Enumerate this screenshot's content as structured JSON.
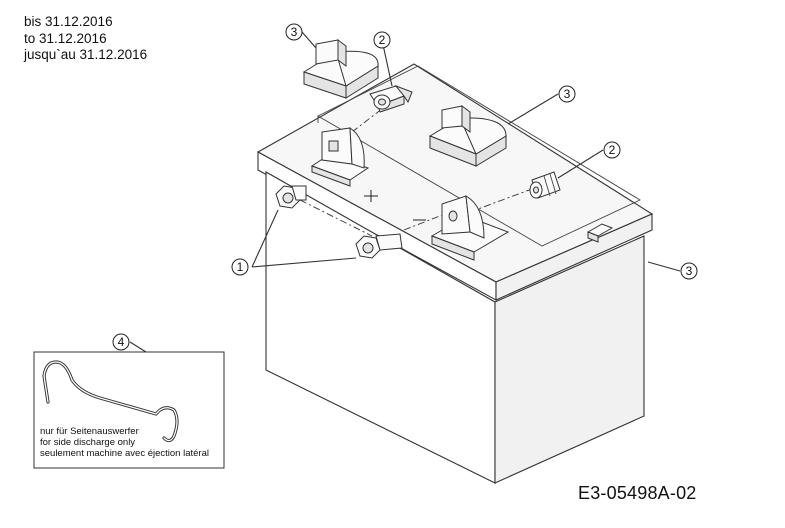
{
  "validity_lines": [
    "bis 31.12.2016",
    "to 31.12.2016",
    "jusqu`au 31.12.2016"
  ],
  "callouts": {
    "c1": "1",
    "c2a": "2",
    "c2b": "2",
    "c3a": "3",
    "c3b": "3",
    "c3c": "3",
    "c4": "4"
  },
  "inset_note": [
    "nur für Seitenauswerfer",
    "for side discharge only",
    "seulement machine avec éjection latéral"
  ],
  "reference_code": "E3-05498A-02"
}
